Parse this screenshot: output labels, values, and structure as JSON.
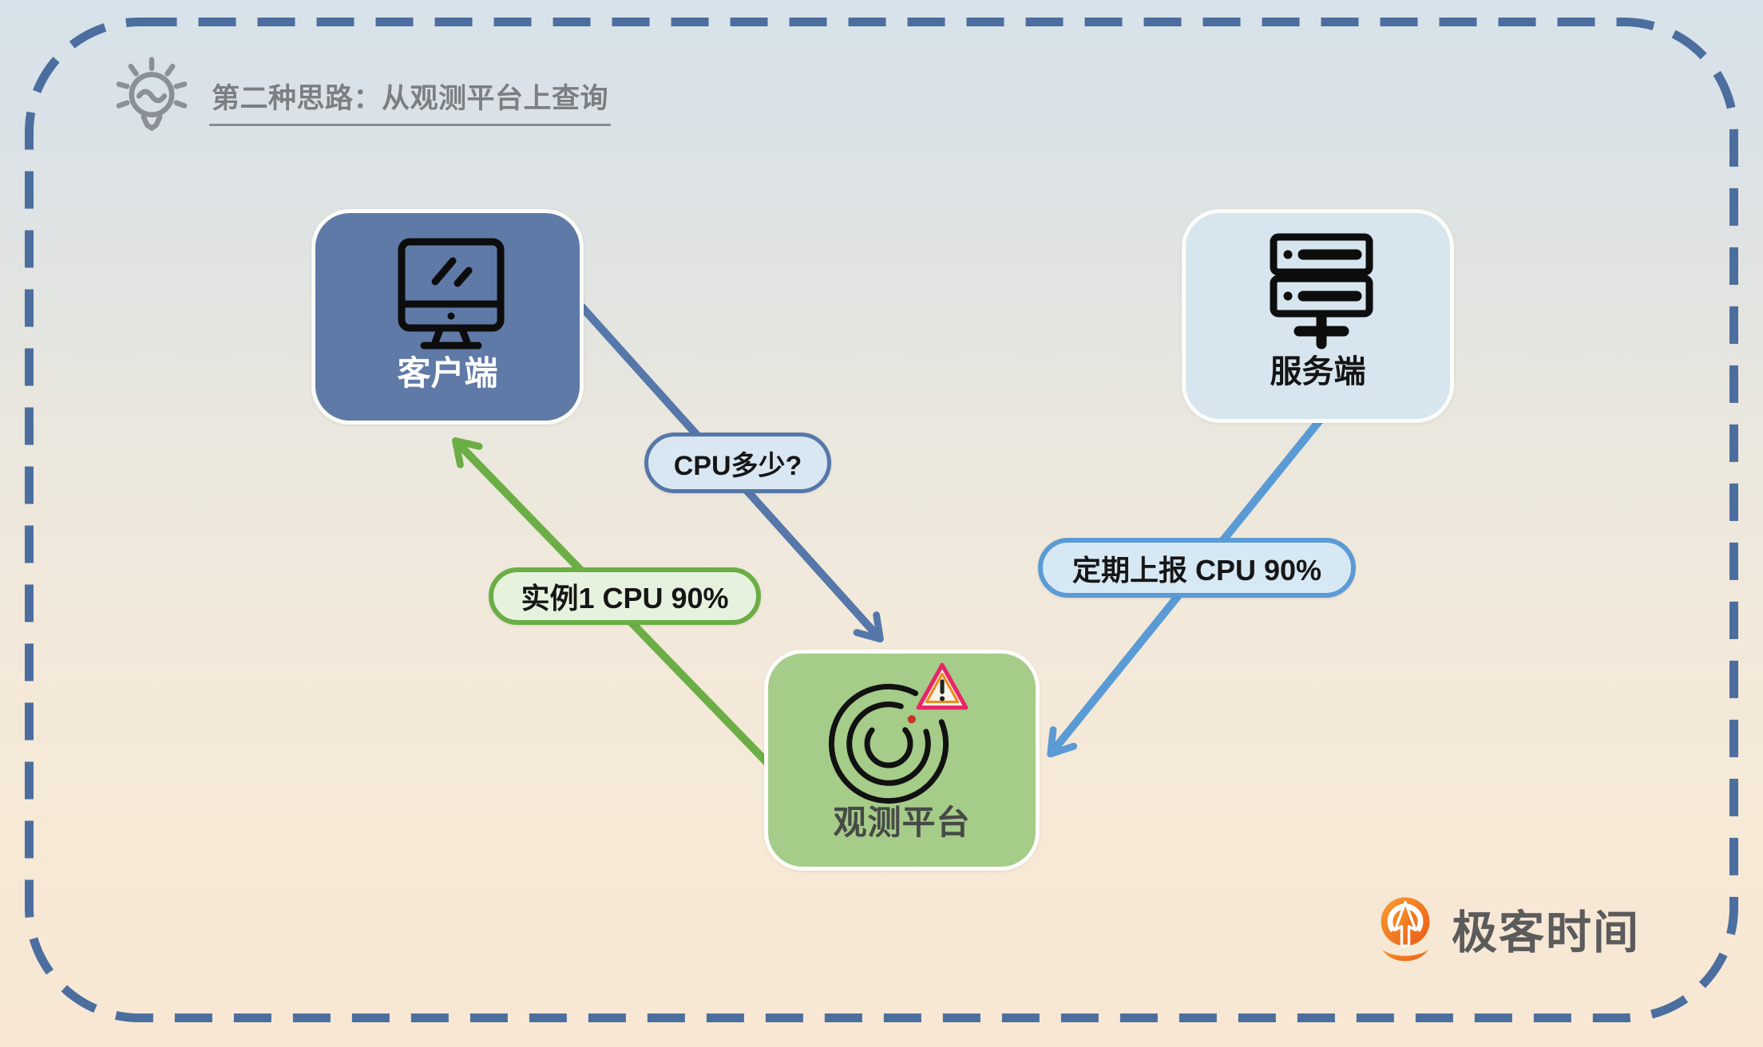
{
  "title": {
    "text": "第二种思路：从观测平台上查询",
    "icon": "lightbulb-icon",
    "color": "#7c7f82"
  },
  "nodes": {
    "client": {
      "label": "客户端",
      "icon": "desktop-monitor-icon",
      "color": "#5f7aa7"
    },
    "server": {
      "label": "服务端",
      "icon": "server-rack-icon",
      "color": "#d7e5ef"
    },
    "platform": {
      "label": "观测平台",
      "icon": "radar-icon",
      "badge": "warning-triangle-icon",
      "color": "#a5cc88"
    }
  },
  "edges": [
    {
      "from": "client",
      "to": "platform",
      "label": "CPU多少?",
      "color": "#5577a9"
    },
    {
      "from": "platform",
      "to": "client",
      "label": "实例1 CPU 90%",
      "color": "#6bae45"
    },
    {
      "from": "server",
      "to": "platform",
      "label": "定期上报 CPU 90%",
      "color": "#5b9bd5"
    }
  ],
  "frame": {
    "style": "dashed",
    "color": "#4c6e9f"
  },
  "watermark": {
    "text": "极客时间",
    "icon": "geektime-logo-icon",
    "accent": "#ee6a1f",
    "text_color": "#5b5b5b"
  }
}
